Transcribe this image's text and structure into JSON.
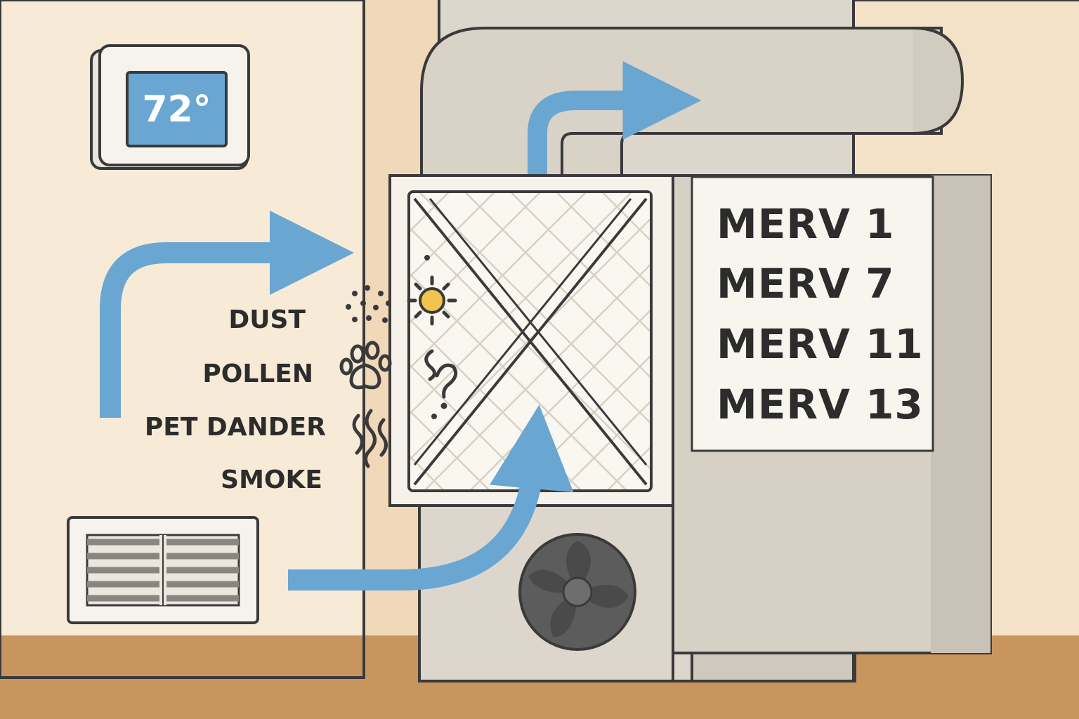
{
  "thermostat": {
    "reading": "72°"
  },
  "pollutants": [
    {
      "label": "DUST",
      "icon": "dust-particles-icon"
    },
    {
      "label": "POLLEN",
      "icon": "paw-print-icon"
    },
    {
      "label": "PET DANDER",
      "icon": "smoke-wisps-icon"
    },
    {
      "label": "SMOKE",
      "icon": "smoke-icon"
    }
  ],
  "merv_ratings": [
    "MERV 1",
    "MERV 7",
    "MERV 11",
    "MERV 13"
  ],
  "colors": {
    "airflow_arrow": "#6aa6d2",
    "wall": "#f7ead7",
    "wall_right": "#efd5b5",
    "floor": "#c9955f",
    "duct": "#dcd6cc",
    "outline": "#3a3a3a",
    "thermostat_screen": "#6aa6d2",
    "sun_icon": "#f3c34f",
    "fan": "#5c5c5c"
  }
}
